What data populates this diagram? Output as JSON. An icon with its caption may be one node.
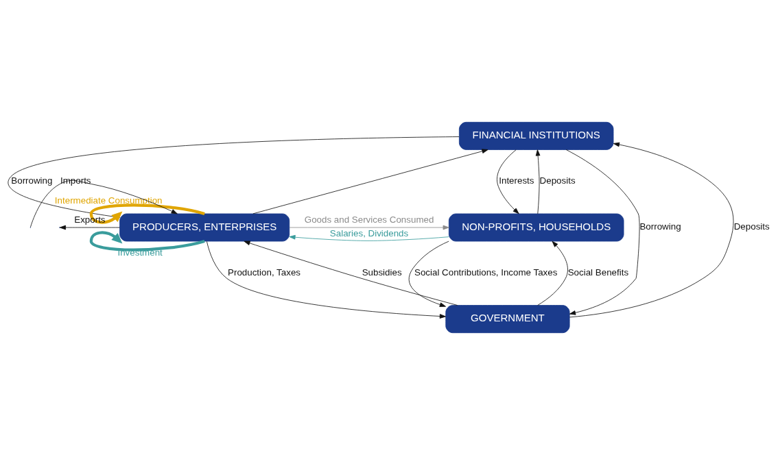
{
  "diagram": {
    "nodes": [
      {
        "text": [
          "FINANCIAL INSTITUTIONS"
        ]
      },
      {
        "text": [
          "PRODUCERS, ENTERPRISES"
        ]
      },
      {
        "text": [
          "NON-PROFITS, HOUSEHOLDS"
        ]
      },
      {
        "text": [
          "GOVERNMENT"
        ]
      }
    ],
    "edges": [
      {
        "from": 0,
        "to": 1,
        "arrow": "to",
        "label": "Borrowing"
      },
      {
        "from": 1,
        "to": 0,
        "arrow": "to"
      },
      {
        "from": 3,
        "to": 0,
        "arrow": "to",
        "label": "Deposits"
      },
      {
        "from": 0,
        "to": 3,
        "arrow": "to",
        "label": "Borrowing"
      },
      {
        "from": 0,
        "to": 2,
        "arrow": "to",
        "label": "Interests"
      },
      {
        "from": 2,
        "to": 0,
        "arrow": "to",
        "label": "Deposits"
      },
      {
        "from": 1,
        "to": 2,
        "arrow": "to",
        "label": "Goods and Services Consumed",
        "color": "#8c8c8c"
      },
      {
        "from": 2,
        "to": 1,
        "arrow": "to",
        "label": "Salaries, Dividends",
        "color": "#3a9c9c"
      },
      {
        "from": 1,
        "to": 3,
        "arrow": "to",
        "label": "Production, Taxes"
      },
      {
        "from": 3,
        "to": 1,
        "arrow": "to",
        "label": "Subsidies"
      },
      {
        "from": 3,
        "to": 2,
        "arrow": "to",
        "label": "Social Benefits"
      },
      {
        "from": 2,
        "to": 3,
        "arrow": "to",
        "label": "Social Contributions, Income Taxes"
      },
      {
        "from": null,
        "to": 1,
        "arrow": "to",
        "label": "Imports"
      },
      {
        "from": 1,
        "to": null,
        "arrow": "to",
        "label": "Exports"
      },
      {
        "from": 1,
        "to": 1,
        "arrow": "to",
        "label": "Intermediate Consumption",
        "color": "#e0a500",
        "style": "thick"
      },
      {
        "from": 1,
        "to": 1,
        "arrow": "to",
        "label": "Investment",
        "color": "#3a9c9c",
        "style": "thick"
      }
    ]
  }
}
